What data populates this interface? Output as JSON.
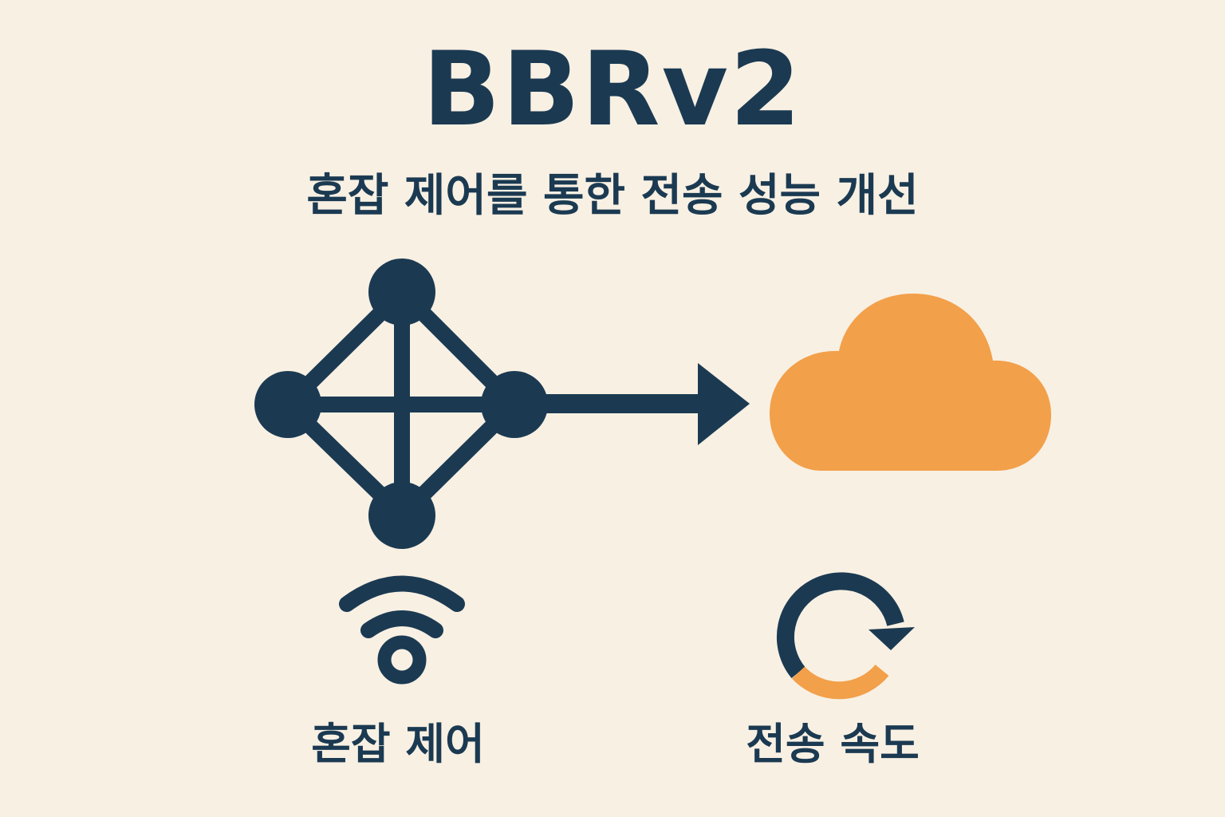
{
  "header": {
    "title": "BBRv2",
    "subtitle": "혼잡 제어를 통한 전송 성능 개선"
  },
  "labels": {
    "congestion": "혼잡 제어",
    "speed": "전송 속도"
  },
  "colors": {
    "background": "#f8f0e3",
    "navy": "#1b3a52",
    "orange": "#f2a04a"
  },
  "icons": {
    "network": "network-graph-icon",
    "arrow": "arrow-right-icon",
    "cloud": "cloud-icon",
    "signal": "wifi-signal-icon",
    "refresh": "refresh-cycle-icon"
  }
}
